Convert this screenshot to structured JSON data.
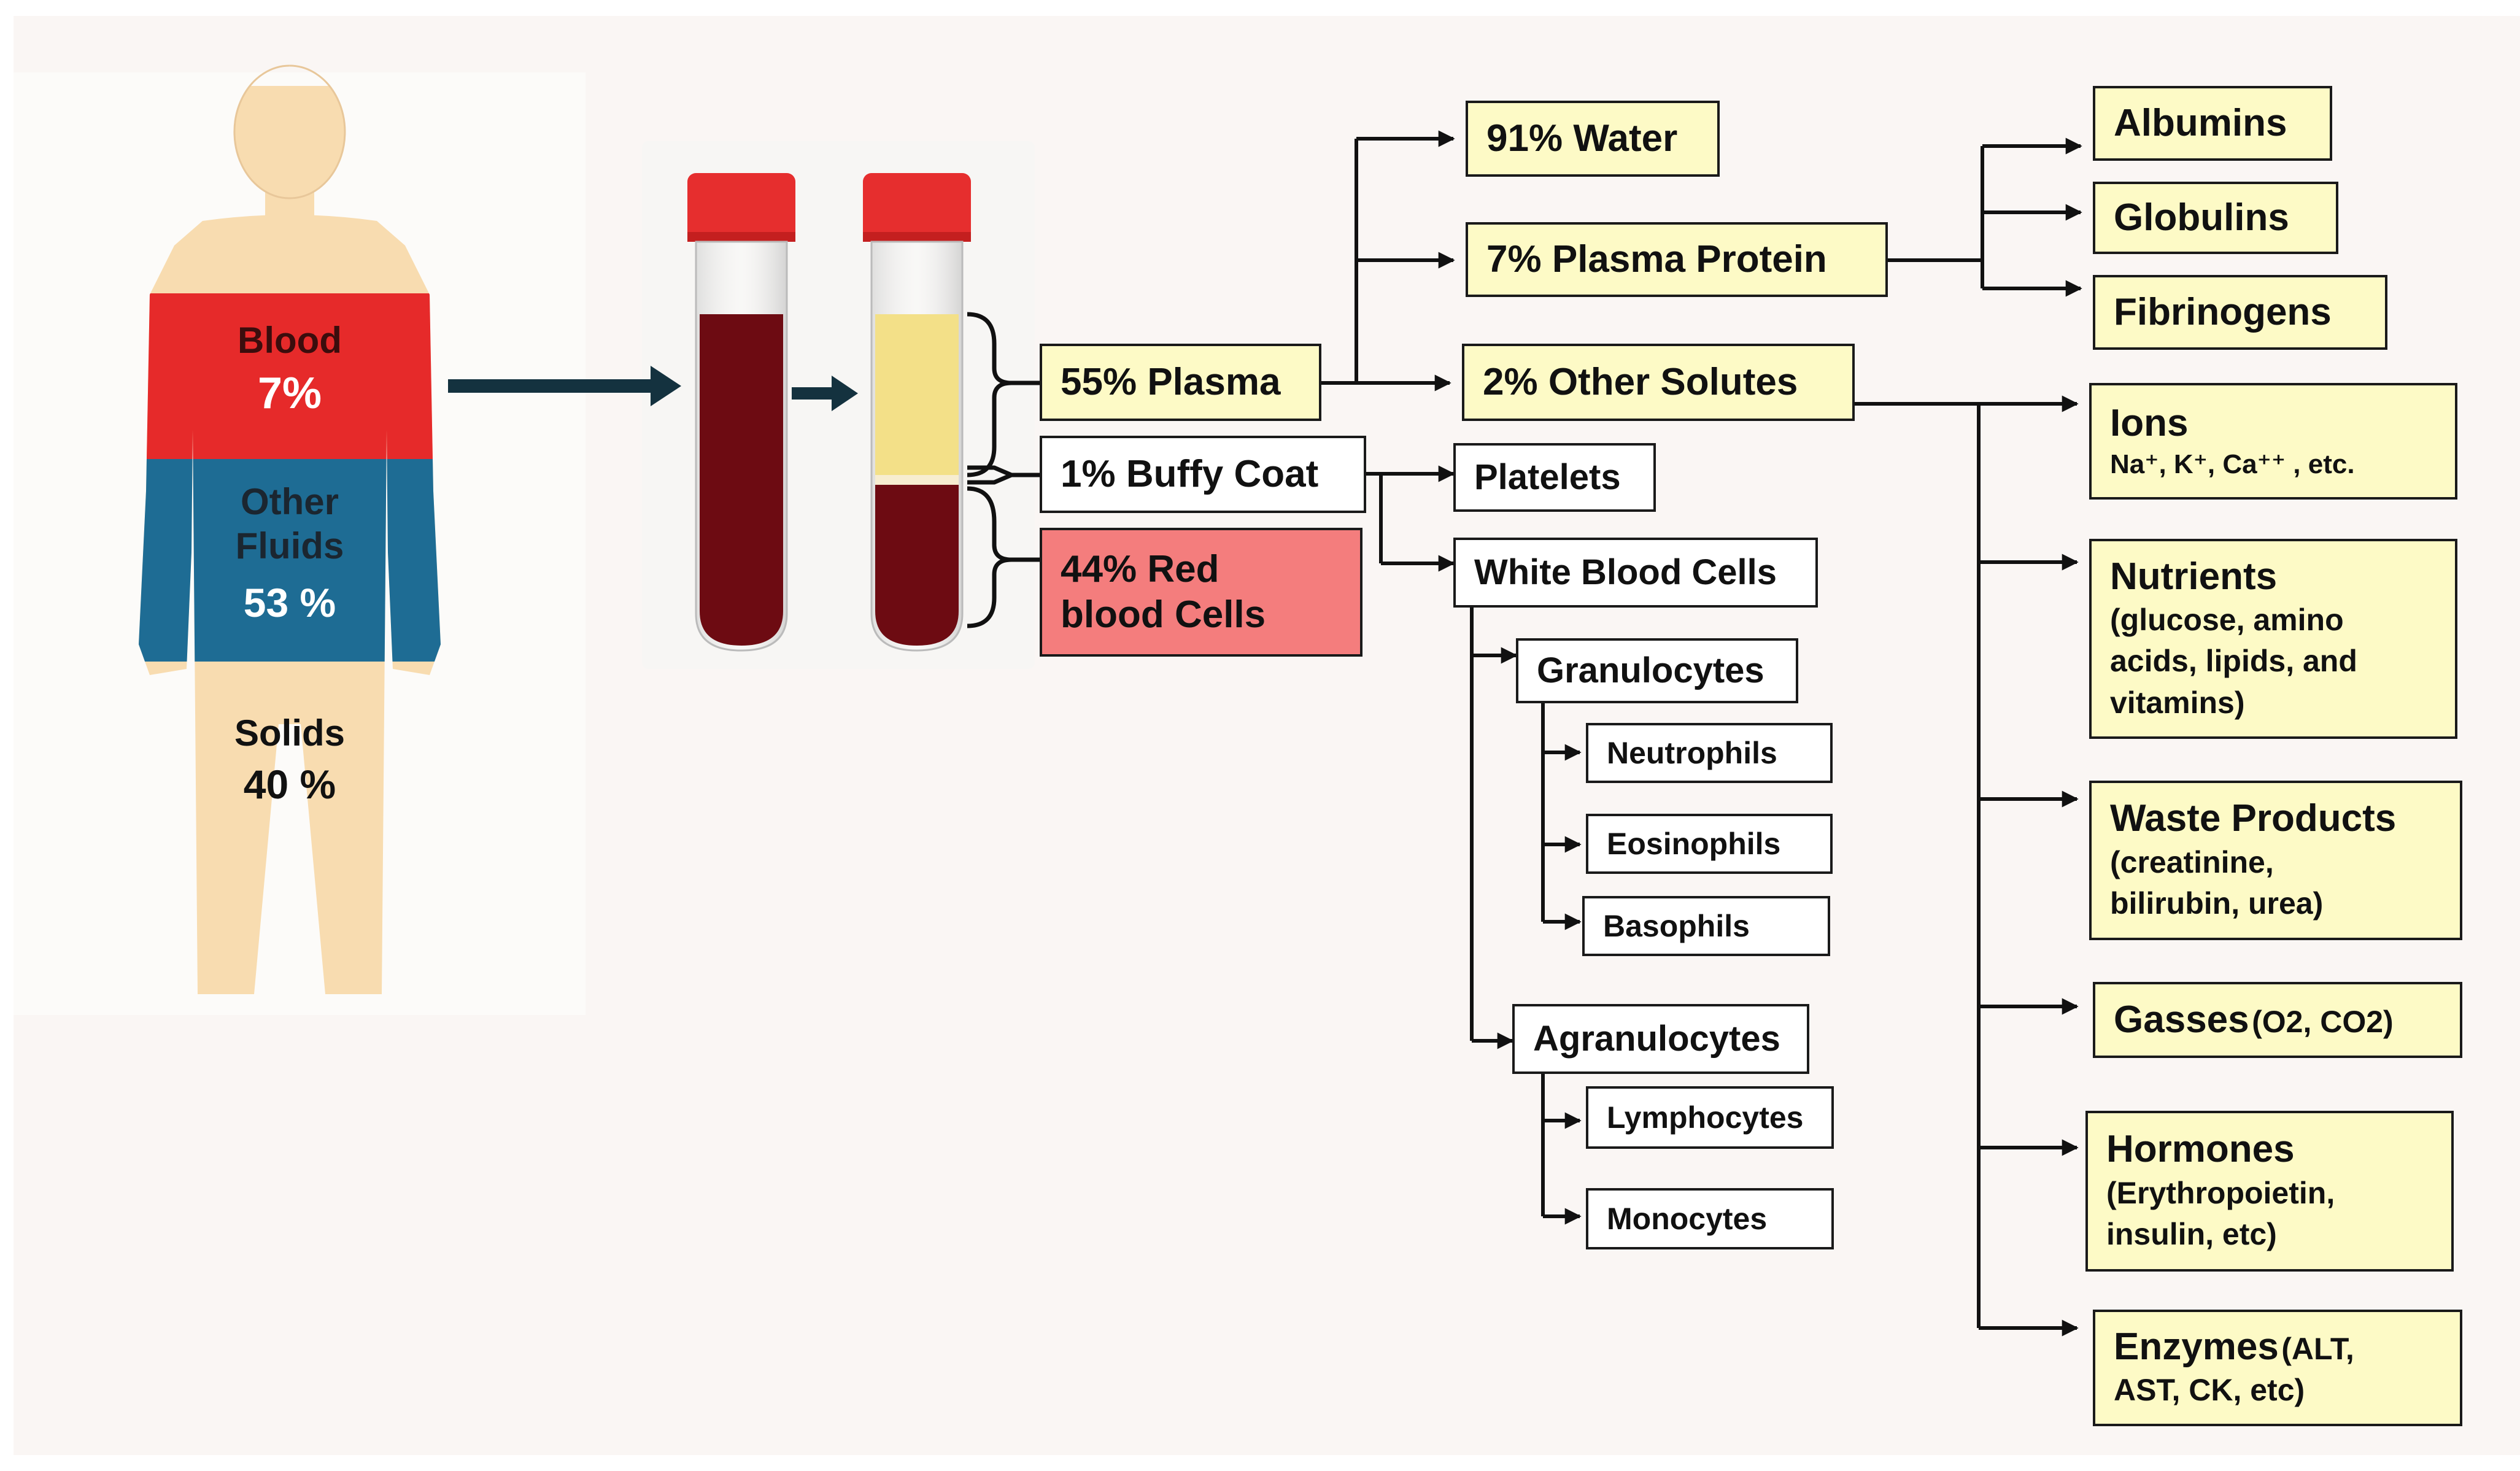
{
  "colors": {
    "plasma_box": "#fdfac6",
    "rbc_box": "#f47d7d",
    "blood_band": "#e62a2a",
    "fluids_band": "#1e6c94",
    "skin": "#f8dcb0",
    "tube_cap": "#e62e2e",
    "blood_tube": "#6d0b12",
    "plasma_layer": "#f3e088"
  },
  "body": {
    "blood": {
      "label": "Blood",
      "value": "7%"
    },
    "other_fluids": {
      "label_line1": "Other",
      "label_line2": "Fluids",
      "value": "53 %"
    },
    "solids": {
      "label": "Solids",
      "value": "40 %"
    }
  },
  "tube_layers": {
    "plasma": "55% Plasma",
    "buffy_coat": "1% Buffy Coat",
    "rbc_line1": "44% Red",
    "rbc_line2": "blood Cells"
  },
  "plasma_components": {
    "water": "91% Water",
    "plasma_protein": "7% Plasma Protein",
    "other_solutes": "2% Other Solutes"
  },
  "plasma_proteins": [
    "Albumins",
    "Globulins",
    "Fibrinogens"
  ],
  "solutes": {
    "ions": {
      "title": "Ions",
      "detail": "Na⁺, K⁺, Ca⁺⁺ , etc."
    },
    "nutrients": {
      "title": "Nutrients",
      "lines": [
        "(glucose, amino",
        "acids, lipids, and",
        "vitamins)"
      ]
    },
    "waste": {
      "title": "Waste Products",
      "lines": [
        "(creatinine,",
        "bilirubin, urea)"
      ]
    },
    "gasses": {
      "title": "Gasses",
      "detail": "(O2, CO2)"
    },
    "hormones": {
      "title": "Hormones",
      "lines": [
        "(Erythropoietin,",
        "insulin, etc)"
      ]
    },
    "enzymes": {
      "title": "Enzymes",
      "detail": "(ALT,",
      "line2": "AST, CK, etc)"
    }
  },
  "buffy": {
    "platelets": "Platelets",
    "wbc": "White Blood Cells",
    "granulocytes": "Granulocytes",
    "neutrophils": "Neutrophils",
    "eosinophils": "Eosinophils",
    "basophils": "Basophils",
    "agranulocytes": "Agranulocytes",
    "lymphocytes": "Lymphocytes",
    "monocytes": "Monocytes"
  }
}
